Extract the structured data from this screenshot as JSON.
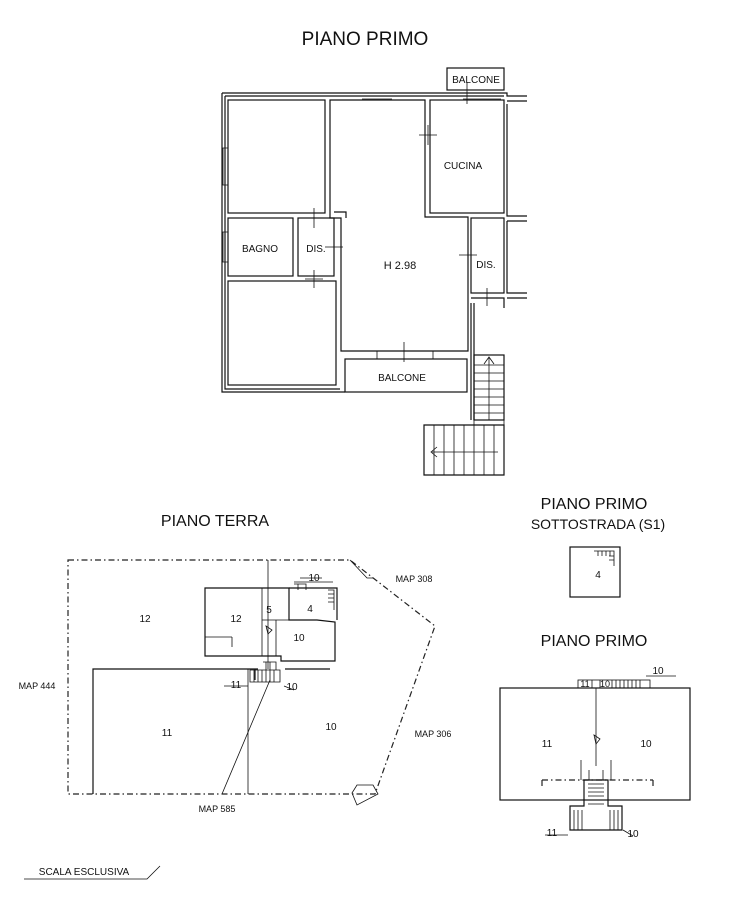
{
  "titles": {
    "first_floor": "PIANO PRIMO",
    "ground_floor": "PIANO TERRA",
    "basement_title": "PIANO PRIMO",
    "basement_subtitle": "SOTTOSTRADA (S1)",
    "roof_plan": "PIANO PRIMO"
  },
  "first_floor": {
    "balcone_top": "BALCONE",
    "cucina": "CUCINA",
    "bagno": "BAGNO",
    "dis_left": "DIS.",
    "height": "H 2.98",
    "dis_right": "DIS.",
    "balcone_bottom": "BALCONE"
  },
  "ground_floor": {
    "map_308": "MAP 308",
    "map_444": "MAP 444",
    "map_306": "MAP 306",
    "map_585": "MAP 585",
    "area_12_outer": "12",
    "area_12_inner": "12",
    "area_5": "5",
    "area_4": "4",
    "area_10_top": "10",
    "area_10_inner": "10",
    "area_11_stair": "11",
    "area_10_stair": "10",
    "area_11_yard": "11",
    "area_10_yard": "10"
  },
  "basement": {
    "area_4": "4"
  },
  "roof_plan": {
    "area_10_top": "10",
    "area_11_strip": "11",
    "area_10_strip": "10",
    "area_11_left": "11",
    "area_10_right": "10",
    "area_11_bottom": "11",
    "area_10_bottom": "10"
  },
  "footer": {
    "scale": "SCALA ESCLUSIVA"
  }
}
